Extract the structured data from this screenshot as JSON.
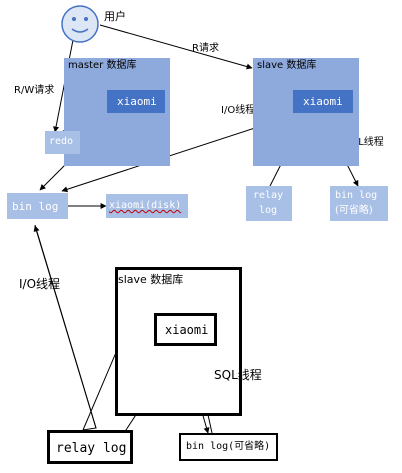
{
  "user": {
    "label": "用户"
  },
  "edges": {
    "rw_request": "R/W请求",
    "r_request": "R请求",
    "io_thread_top": "I/O线程",
    "sql_thread_top": "SQL线程",
    "io_thread_bottom": "I/O线程",
    "sql_thread_bottom": "SQL线程"
  },
  "master": {
    "title": "master 数据库",
    "xiaomi": "xiaomi",
    "redo": "redo"
  },
  "slave_top": {
    "title": "slave 数据库",
    "xiaomi": "xiaomi",
    "relay_log": [
      "relay",
      "log"
    ],
    "bin_log": [
      "bin log",
      "(可省略)"
    ]
  },
  "binlog": {
    "label": "bin log",
    "disk_label": "xiaomi(disk)"
  },
  "slave_bottom": {
    "title": "slave 数据库",
    "xiaomi": "xiaomi",
    "relay_log": "relay log",
    "bin_log": "bin log(可省略)"
  }
}
